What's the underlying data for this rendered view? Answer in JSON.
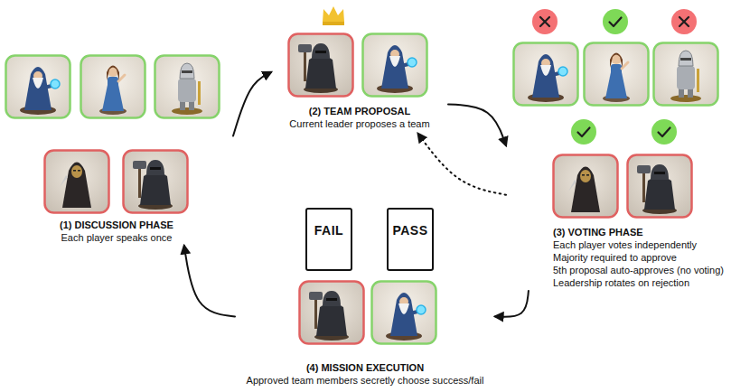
{
  "diagram": {
    "nodes": [
      {
        "text": [
          "(1) DISCUSSION PHASE",
          "Each player speaks once"
        ]
      },
      {
        "text": [
          "(2) TEAM PROPOSAL",
          "Current leader proposes a team"
        ]
      },
      {
        "text": [
          "(3) VOTING PHASE",
          "Each player votes independently",
          "Majority required to approve",
          "5th proposal auto-approves (no voting)",
          "Leadership rotates on rejection"
        ]
      },
      {
        "text": [
          "(4) MISSION EXECUTION",
          "Approved team members secretly choose success/fail"
        ]
      },
      {
        "text": [
          "FAIL"
        ],
        "in": 3
      },
      {
        "text": [
          "PASS"
        ],
        "in": 3
      }
    ],
    "edges": [
      {
        "from": 0,
        "to": 1,
        "arrow": "to"
      },
      {
        "from": 1,
        "to": 2,
        "arrow": "to"
      },
      {
        "from": 2,
        "to": 3,
        "arrow": "to"
      },
      {
        "from": 3,
        "to": 0,
        "arrow": "to"
      },
      {
        "from": 2,
        "to": 1,
        "arrow": "to"
      }
    ]
  }
}
